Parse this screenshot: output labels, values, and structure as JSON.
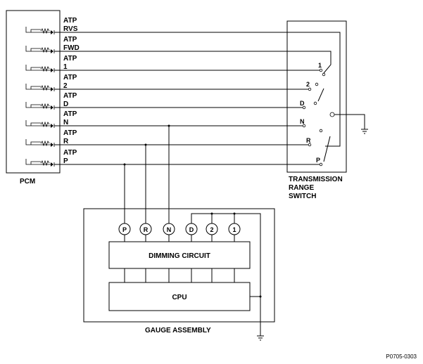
{
  "pcm": {
    "label": "PCM"
  },
  "lines": [
    {
      "top": "ATP",
      "bottom": "RVS",
      "switch_label": ""
    },
    {
      "top": "ATP",
      "bottom": "FWD",
      "switch_label": ""
    },
    {
      "top": "ATP",
      "bottom": "1",
      "switch_label": "1"
    },
    {
      "top": "ATP",
      "bottom": "2",
      "switch_label": "2"
    },
    {
      "top": "ATP",
      "bottom": "D",
      "switch_label": "D"
    },
    {
      "top": "ATP",
      "bottom": "N",
      "switch_label": "N"
    },
    {
      "top": "ATP",
      "bottom": "R",
      "switch_label": "R"
    },
    {
      "top": "ATP",
      "bottom": "P",
      "switch_label": "P"
    }
  ],
  "switch": {
    "line1": "TRANSMISSION",
    "line2": "RANGE",
    "line3": "SWITCH"
  },
  "gauge": {
    "label": "GAUGE ASSEMBLY",
    "dimming_circuit": "DIMMING CIRCUIT",
    "cpu": "CPU",
    "indicators": [
      "P",
      "R",
      "N",
      "D",
      "2",
      "1"
    ]
  },
  "figure_code": "P0705-0303"
}
